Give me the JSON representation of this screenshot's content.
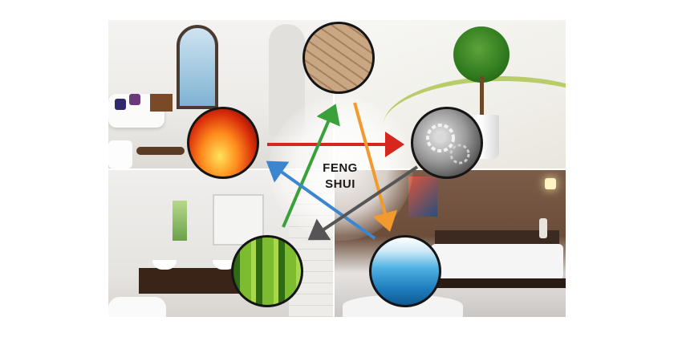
{
  "title": {
    "line1": "FENG",
    "line2": "SHUI"
  },
  "elements": [
    {
      "name": "earth",
      "icon": "cracked-earth-icon"
    },
    {
      "name": "fire",
      "icon": "flame-icon"
    },
    {
      "name": "metal",
      "icon": "clockwork-gears-icon"
    },
    {
      "name": "wood",
      "icon": "bamboo-icon"
    },
    {
      "name": "water",
      "icon": "wave-icon"
    }
  ],
  "scenes": [
    {
      "name": "living-room-scene"
    },
    {
      "name": "plant-scene"
    },
    {
      "name": "bathroom-scene"
    },
    {
      "name": "bedroom-scene"
    }
  ],
  "colors": {
    "arrow_red": "#d7261e",
    "arrow_orange": "#f29a2e",
    "arrow_green": "#3aa13a",
    "arrow_blue": "#3b86cf",
    "arrow_dark": "#555555"
  }
}
